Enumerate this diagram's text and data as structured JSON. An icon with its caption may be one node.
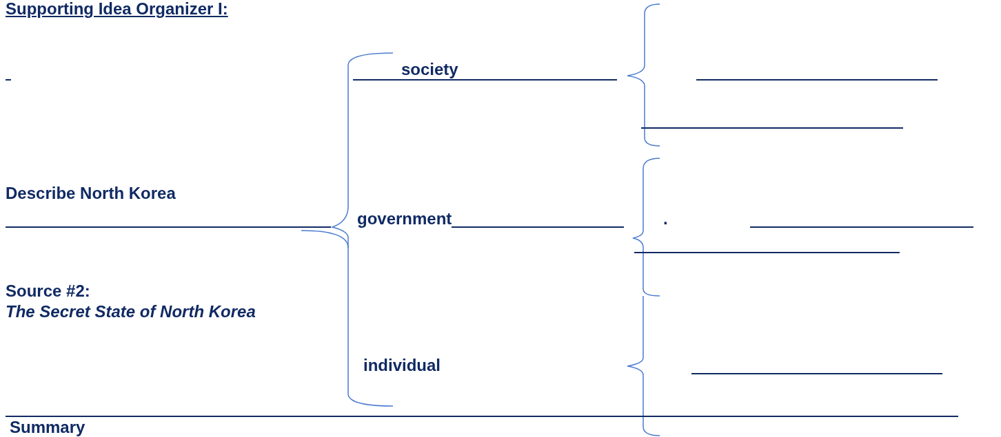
{
  "diagram": {
    "title": "Supporting Idea Organizer I:",
    "labels": [
      "society",
      "Describe North Korea",
      "government",
      ".",
      "Source #2:",
      "The Secret State of North Korea",
      "individual",
      "Summary"
    ]
  }
}
